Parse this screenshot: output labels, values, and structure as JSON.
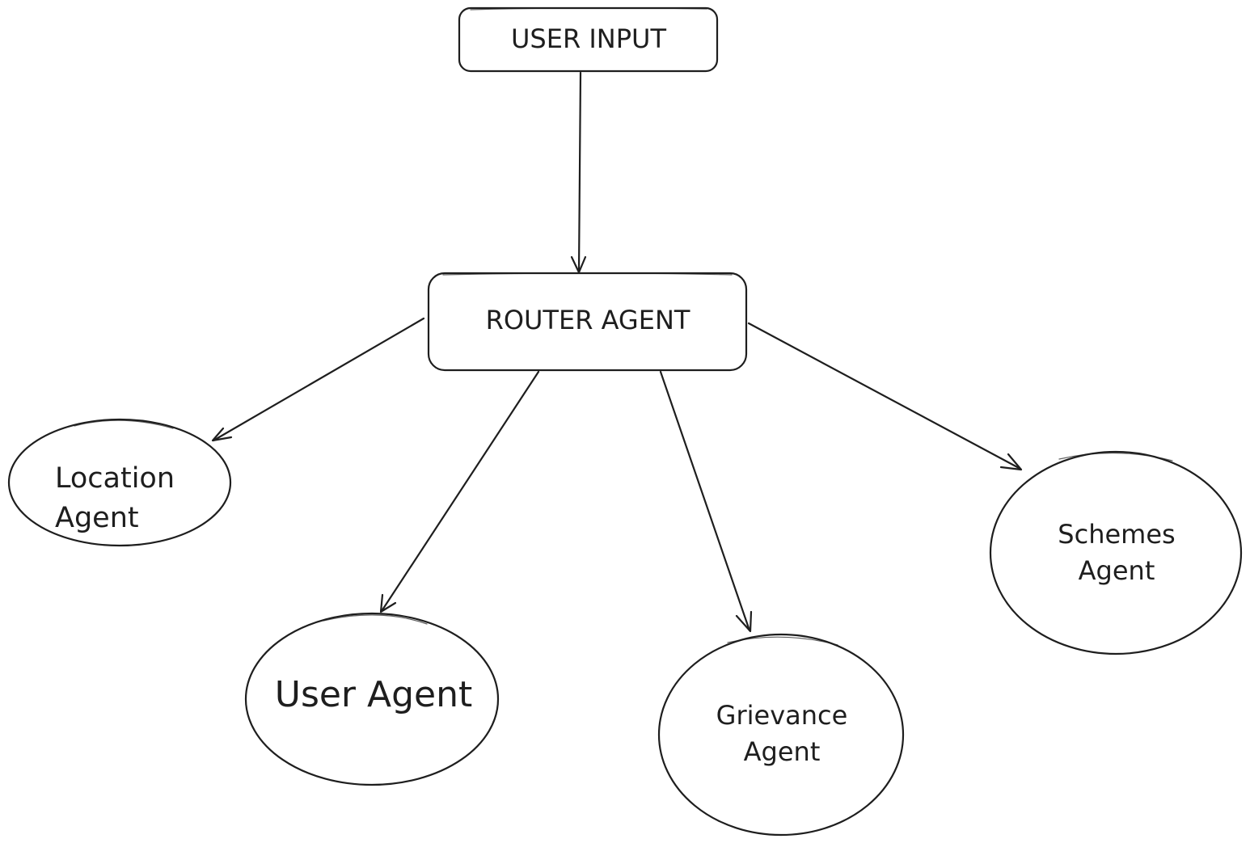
{
  "colors": {
    "user_input_fill": "#ffec99",
    "router_fill": "#b2f2bb",
    "agent_fill": "#a5d8ff",
    "stroke": "#1e1e1e"
  },
  "nodes": {
    "user_input": {
      "label": "USER INPUT"
    },
    "router": {
      "label": "ROUTER AGENT"
    },
    "location": {
      "line1": "Location",
      "line2": "Agent"
    },
    "user_agent": {
      "label": "User Agent"
    },
    "grievance": {
      "line1": "Grievance",
      "line2": "Agent"
    },
    "schemes": {
      "line1": "Schemes",
      "line2": "Agent"
    }
  },
  "edges": [
    {
      "from": "USER INPUT",
      "to": "ROUTER AGENT"
    },
    {
      "from": "ROUTER AGENT",
      "to": "Location Agent"
    },
    {
      "from": "ROUTER AGENT",
      "to": "User Agent"
    },
    {
      "from": "ROUTER AGENT",
      "to": "Grievance Agent"
    },
    {
      "from": "ROUTER AGENT",
      "to": "Schemes Agent"
    }
  ]
}
